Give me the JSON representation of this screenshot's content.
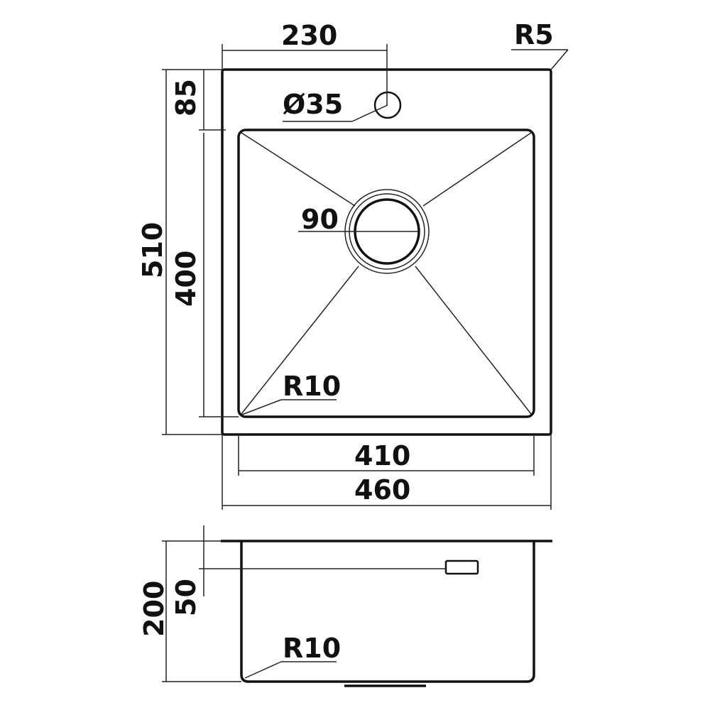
{
  "colors": {
    "line": "#111111",
    "background": "#ffffff"
  },
  "top_view": {
    "dim_width_overall": "460",
    "dim_width_bowl": "410",
    "dim_height_overall": "510",
    "dim_height_bowl": "400",
    "dim_tap_offset_y": "85",
    "dim_tap_offset_x": "230",
    "dim_tap_hole": "Ø35",
    "dim_drain": "90",
    "dim_corner_bowl": "R10",
    "dim_corner_outer": "R5"
  },
  "side_view": {
    "dim_depth_overall": "200",
    "dim_overflow_offset": "50",
    "dim_corner_bottom": "R10"
  }
}
